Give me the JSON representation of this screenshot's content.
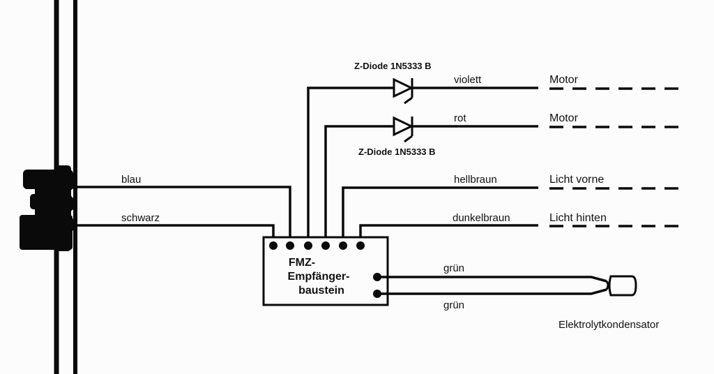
{
  "diagram": {
    "title": "FMZ-Empfängerbaustein wiring diagram",
    "module": {
      "label_lines": [
        "FMZ-",
        "Empfänger-",
        "baustein"
      ],
      "top_pin_count": 6,
      "right_pin_count": 2
    },
    "wires": [
      {
        "id": "blau",
        "color_name": "blau",
        "from": "track-pickup-upper",
        "to": "module-pin-2"
      },
      {
        "id": "schwarz",
        "color_name": "schwarz",
        "from": "track-pickup-lower",
        "to": "module-pin-1"
      },
      {
        "id": "violett",
        "color_name": "violett",
        "from": "module-pin-3",
        "to": "Motor",
        "via": "Z-Diode 1N5333 B"
      },
      {
        "id": "rot",
        "color_name": "rot",
        "from": "module-pin-4",
        "to": "Motor",
        "via": "Z-Diode 1N5333 B"
      },
      {
        "id": "hellbraun",
        "color_name": "hellbraun",
        "from": "module-pin-5",
        "to": "Licht vorne"
      },
      {
        "id": "dunkelbraun",
        "color_name": "dunkelbraun",
        "from": "module-pin-6",
        "to": "Licht hinten"
      },
      {
        "id": "gruen-1",
        "color_name": "grün",
        "from": "module-right-pin-1",
        "to": "Elektrolytkondensator"
      },
      {
        "id": "gruen-2",
        "color_name": "grün",
        "from": "module-right-pin-2",
        "to": "Elektrolytkondensator"
      }
    ],
    "diodes": [
      {
        "label": "Z-Diode 1N5333 B",
        "on_wire": "violett"
      },
      {
        "label": "Z-Diode 1N5333 B",
        "on_wire": "rot"
      }
    ],
    "destinations": {
      "motor_1": "Motor",
      "motor_2": "Motor",
      "light_front": "Licht vorne",
      "light_rear": "Licht hinten",
      "capacitor": "Elektrolytkondensator"
    },
    "wire_labels": {
      "blau": "blau",
      "schwarz": "schwarz",
      "violett": "violett",
      "rot": "rot",
      "hellbraun": "hellbraun",
      "dunkelbraun": "dunkelbraun",
      "gruen_top": "grün",
      "gruen_bottom": "grün"
    },
    "colors": {
      "ink": "#0a0a0a",
      "paper": "#fcfcfc"
    }
  }
}
